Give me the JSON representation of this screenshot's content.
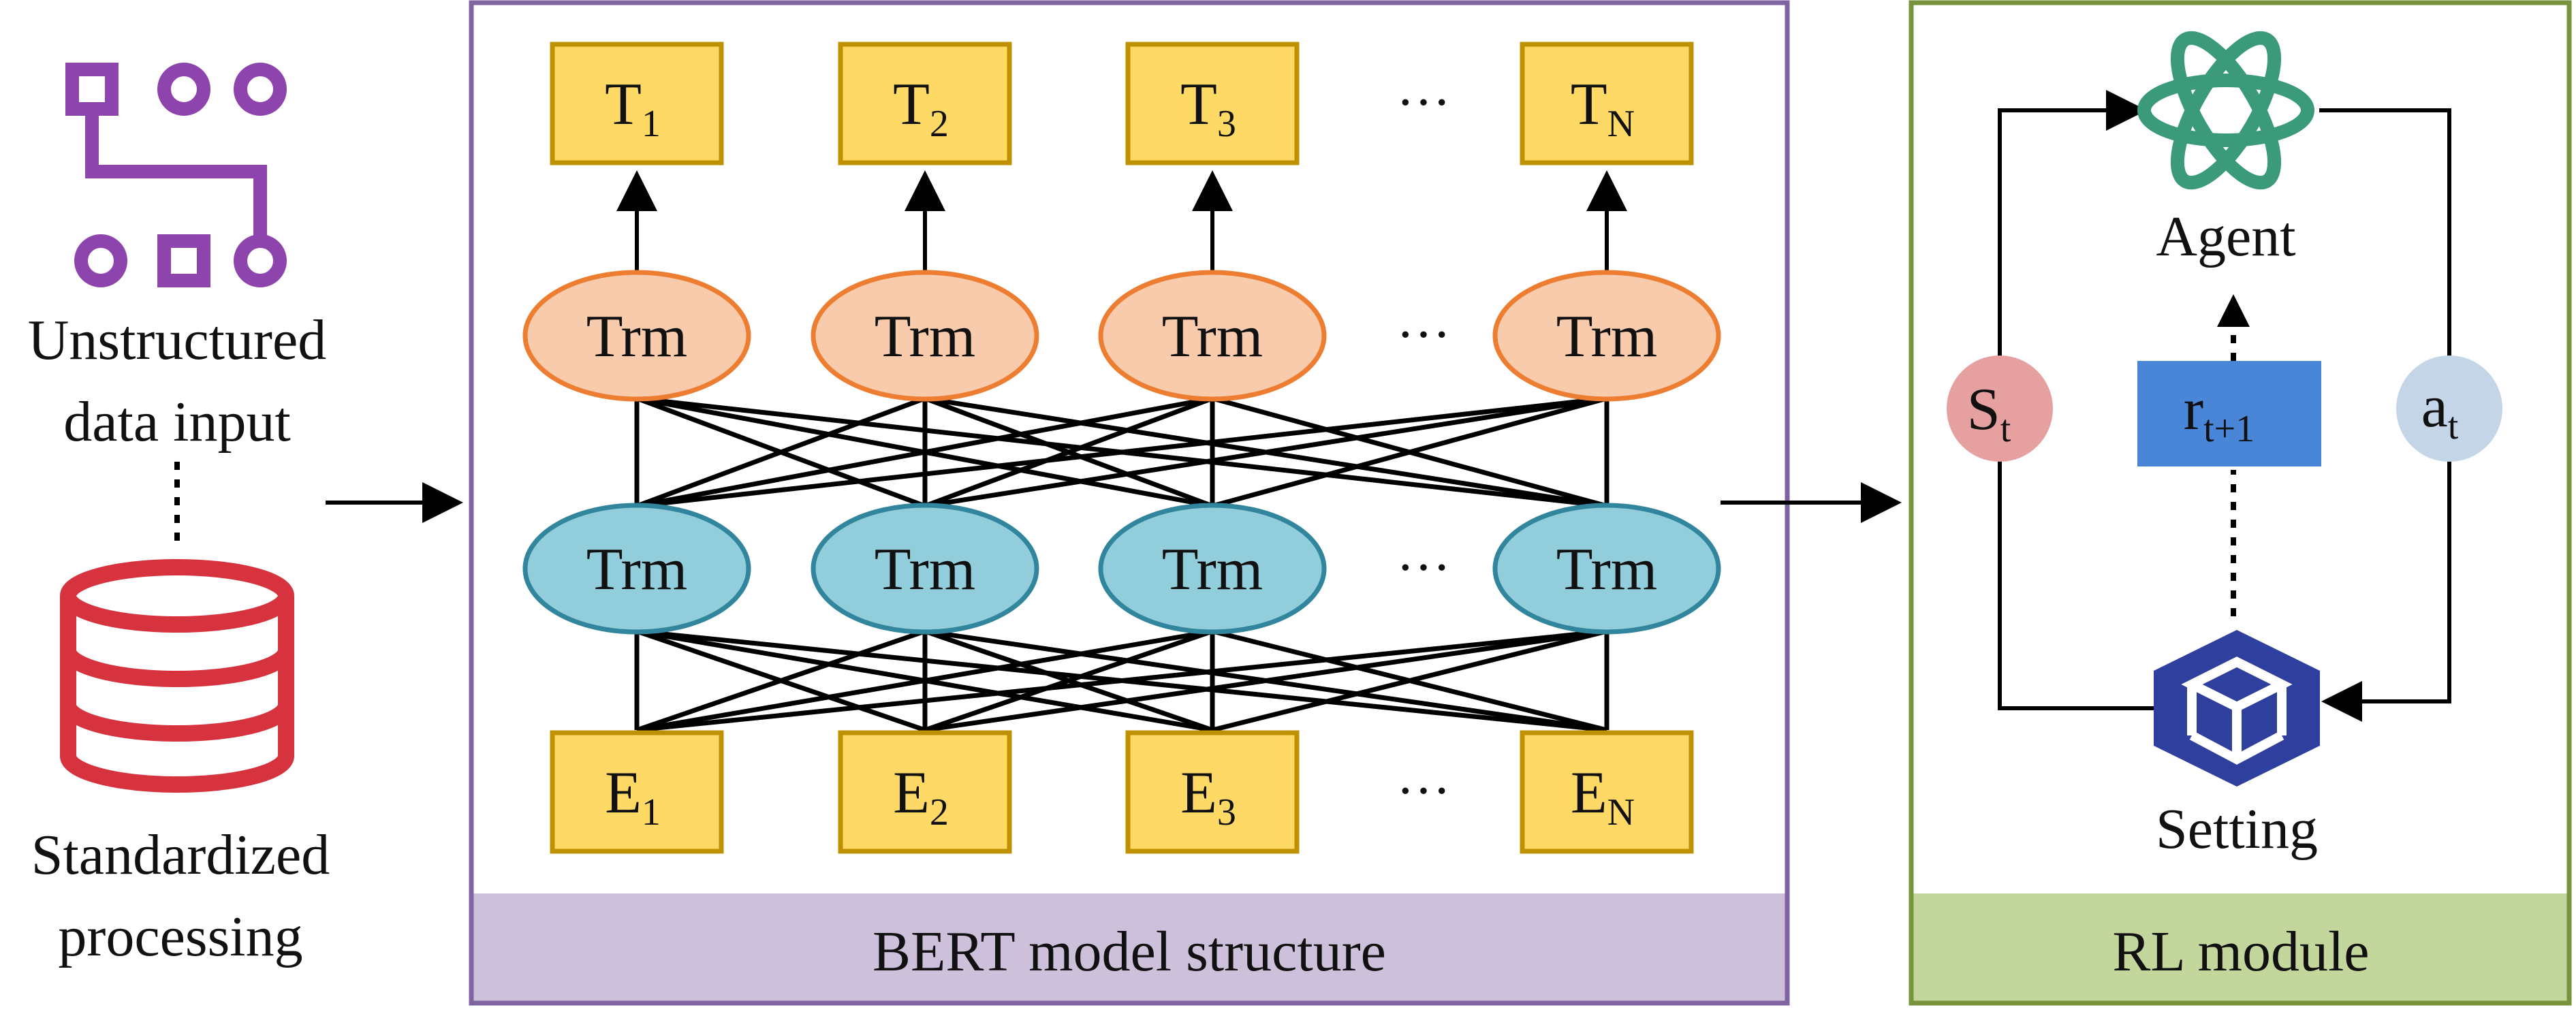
{
  "left": {
    "top_label": [
      "Unstructured",
      "data input"
    ],
    "bottom_label": [
      "Standardized",
      "processing"
    ],
    "icons": [
      "flowchart-icon",
      "database-icon"
    ]
  },
  "bert": {
    "footer": "BERT model structure",
    "outputs": [
      {
        "base": "T",
        "sub": "1"
      },
      {
        "base": "T",
        "sub": "2"
      },
      {
        "base": "T",
        "sub": "3"
      },
      {
        "base": "T",
        "sub": "N"
      }
    ],
    "embeddings": [
      {
        "base": "E",
        "sub": "1"
      },
      {
        "base": "E",
        "sub": "2"
      },
      {
        "base": "E",
        "sub": "3"
      },
      {
        "base": "E",
        "sub": "N"
      }
    ],
    "node_label": "Trm",
    "ellipsis": "···"
  },
  "rl": {
    "footer": "RL module",
    "agent_label": "Agent",
    "setting_label": "Setting",
    "state": {
      "base": "S",
      "sub": "t"
    },
    "action": {
      "base": "a",
      "sub": "t"
    },
    "reward": {
      "base": "r",
      "sub": "t+1"
    },
    "icons": [
      "atom-icon",
      "cube-icon"
    ]
  },
  "colors": {
    "bert_border": "#8064A2",
    "bert_footer": "#CCC0DA",
    "rl_border": "#77933C",
    "rl_footer": "#C3D69B",
    "yellow_box": "#FFD966",
    "yellow_border": "#BF9000",
    "orange_fill": "#F8CBAD",
    "orange_border": "#ED7D31",
    "blue_fill": "#92CDDC",
    "blue_border": "#31859C",
    "purple_icon": "#8E44AD",
    "red_icon": "#D6333E",
    "agent_green": "#3A9A7A",
    "setting_blue": "#2F3F9E",
    "state_fill": "#E6A0A0",
    "action_fill": "#C5D5E8",
    "reward_fill": "#4A86D8"
  }
}
